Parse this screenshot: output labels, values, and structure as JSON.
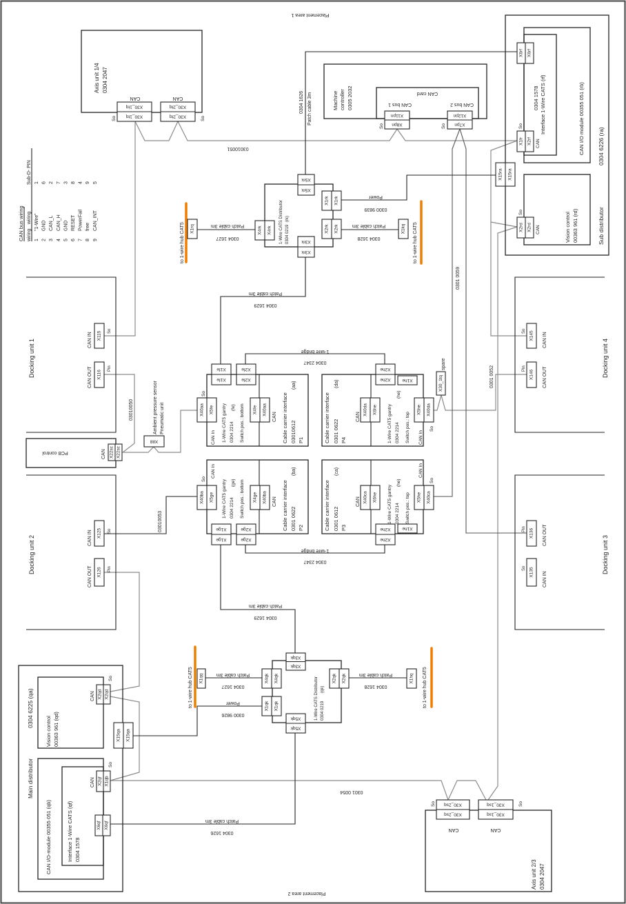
{
  "placement": {
    "area1": "Placement area 1",
    "area2": "Placement area 2"
  },
  "axis_unit_1": {
    "name": "Axis unit  1/4",
    "part": "0304 2047",
    "can_label": "CAN",
    "so": "So",
    "conn1": "X30_1tq",
    "conn2": "X30_2tq"
  },
  "axis_unit_2": {
    "name": "Axis unit   2/3",
    "part": "0304 2047",
    "can_label": "CAN",
    "so": "So",
    "conn1": "X30_1sq",
    "conn2": "X30_2sq"
  },
  "can_wiring": {
    "title": "CAN bus wiring",
    "col1": "wiring",
    "col2": "wiring",
    "col3": "Sub-D- PIN",
    "rows": [
      [
        "1",
        "\"1-Wire\"",
        "1"
      ],
      [
        "2",
        "GND",
        "6"
      ],
      [
        "3",
        "CAN_L",
        "2"
      ],
      [
        "4",
        "CAN_H",
        "7"
      ],
      [
        "5",
        "GND",
        "3"
      ],
      [
        "6",
        "RESET",
        "8"
      ],
      [
        "7",
        "PowerFail",
        "4"
      ],
      [
        "8",
        "free",
        "9"
      ],
      [
        "9",
        "CAN_INT",
        "5"
      ]
    ]
  },
  "distributor_rk": {
    "name": "1-Wire CATS Distributor",
    "id": "(rk)",
    "part": "0304 0219",
    "x5": "X5rk",
    "x3": "X3rk",
    "x4": "X4rk",
    "x1": "X1rk",
    "x2": "X2rk"
  },
  "distributor_qk": {
    "name": "1-Wire CATS Distributor",
    "id": "(qk)",
    "part": "0304 0219",
    "x3": "X3qk",
    "x5": "X5qk",
    "x4": "X4qk",
    "x1": "X1qk",
    "x2": "X2qk"
  },
  "hubs": {
    "label": "to 1-wire hub CAT5",
    "x1rq": "X1rq",
    "x1kq": "X1kq",
    "x1qq": "X1qq",
    "x1hq": "X1hq"
  },
  "cables": {
    "patch": "Patch cable 3m",
    "c1626": "0304 1626",
    "c1627": "0304 1627",
    "c1628": "0304 1628",
    "c1629": "0304 1629",
    "power": "Power",
    "c9839": "0300 9839",
    "c9826": "0300 9826",
    "c0051": "03010051",
    "c0050": "03010050",
    "c0053": "03010053",
    "c0052": "0301 0052",
    "c0059": "0301 0059",
    "c0054": "0301 0054",
    "c2347": "0304 2347",
    "bridge": "1-wire bridge"
  },
  "machine_controller": {
    "l1": "Machine",
    "l2": "controller",
    "part": "0305 2032",
    "can_card": "CAN card",
    "bus1": "CAN bus 1",
    "bus2": "CAN bus 2",
    "x11": "X11pn",
    "x8": "X8pn",
    "x12": "X12pn",
    "x7": "X7pn",
    "so": "So"
  },
  "sub_distributor": {
    "name": "Sub distributor",
    "part": "0304 6226  (ra)",
    "io": "CAN I/O module  00355 051  (rb)",
    "iface_part": "0304 1578",
    "iface": "Interface 1-Wire CATS  (rf)",
    "vision": "Vision control",
    "vision_part": "00363 961   (rd)",
    "can": "CAN",
    "so": "So",
    "x6rf": "X6rf",
    "x1fr": "X1fr",
    "x2rf": "X2rf",
    "x2rd": "X2rd",
    "x15ra": "X15ra"
  },
  "main_distributor": {
    "name": "Main distributor",
    "part": "0304 6225  (qa)",
    "vision": "Vision control",
    "vision_part": "00363 961   (qd)",
    "io": "CAN I/O-module  00355 051  (qb)",
    "iface": "Interface 1-Wire CATS  (qf)",
    "iface_part": "0304 1578",
    "can": "CAN",
    "so": "So",
    "x2qd": "X2qd",
    "x15qa": "X15qa",
    "x2qf": "X2qf",
    "x1qb": "X1qb",
    "x6qf": "X6qf"
  },
  "docking": [
    {
      "name": "Docking unit 1",
      "can_in": "CAN IN",
      "can_out": "CAN OUT",
      "in_conn": "X115",
      "out_conn": "X116",
      "so": "So",
      "pin": "Pin"
    },
    {
      "name": "Docking unit 2",
      "can_in": "CAN IN",
      "can_out": "CAN OUT",
      "in_conn": "X125",
      "out_conn": "X126",
      "so": "So",
      "pin": "Pin"
    },
    {
      "name": "Docking unit 3",
      "can_in": "CAN IN",
      "can_out": "CAN OUT",
      "in_conn": "X135",
      "out_conn": "X136",
      "so": "So",
      "pin": "Pin"
    },
    {
      "name": "Docking unit 4",
      "can_in": "CAN IN",
      "can_out": "CAN OUT",
      "in_conn": "X145",
      "out_conn": "X146",
      "so": "So",
      "pin": "Pin"
    }
  ],
  "pcb": {
    "name": "PCB control",
    "can": "CAN",
    "conn": "X22sc"
  },
  "sensor": {
    "l1": "Ambient pressure sensor",
    "l2": "Pneumatic unit",
    "conn": "X88"
  },
  "carriers": [
    {
      "title": "Cable carrier interface",
      "id": "(aa)",
      "part": "03010612",
      "pos": "P1",
      "gantry": "1-Wire CAT5 gantry",
      "gantry_part": "0304 2214",
      "gantry_id": "(fe)",
      "switch": "Switch pos.: bottom",
      "can_in": "CAN In",
      "so": "So",
      "can": "CAN",
      "c_top1": "X1fe",
      "c_top2": "X2fe",
      "c_in_a": "X40aa",
      "c_in_b": "X5fe",
      "c_can_a": "X4fe",
      "c_can_b": "X40aa"
    },
    {
      "title": "Cable carrier interface",
      "id": "(ba)",
      "part": "0301 0622",
      "pos": "P2",
      "gantry": "1-Wire CAT5 gantry",
      "gantry_part": "0304 2214",
      "gantry_id": "(ge)",
      "switch": "Switch pos.: bottom",
      "can_in": "CAN In",
      "so": "So",
      "can": "CAN",
      "c_top1": "X1ge",
      "c_top2": "X2ge",
      "c_in_a": "X40ba",
      "c_in_b": "X5ge",
      "c_can_a": "X4ge",
      "c_can_b": "X40ba"
    },
    {
      "title": "Cable carrier interface",
      "id": "(da)",
      "part": "0301 0622",
      "pos": "P4",
      "gantry": "1-Wire CAT5 gantry",
      "gantry_part": "0304 2214",
      "gantry_id": "(he)",
      "switch": "Switch pos.: top",
      "can_in": "CAN In",
      "so": "So",
      "can": "CAN",
      "c_top1": "X1he",
      "c_top2": "X2he",
      "c_in_a": "X5he",
      "c_in_b": "X40da",
      "c_can_a": "X40da",
      "c_can_b": "X6he"
    },
    {
      "title": "Cable carrier interface",
      "id": "(ca)",
      "part": "0301 0612",
      "pos": "P3",
      "gantry": "1-Wire CAT5 gantry",
      "gantry_part": "0304 2214",
      "gantry_id": "(he)",
      "switch": "Switch pos.: top",
      "can_in": "CAN In",
      "so": "So",
      "can": "CAN",
      "c_top1": "X1he",
      "c_top2": "X2he",
      "c_in_a": "X5he",
      "c_in_b": "X40ca",
      "c_can_a": "X40ca",
      "c_can_b": "X6he"
    }
  ],
  "spare": {
    "conn": "X30_1tq",
    "label": "spare"
  },
  "colors": {
    "hub_bar": "#f07c00",
    "wire": "#222222",
    "can_wire": "#8a8a8a",
    "frame": "#444444"
  }
}
